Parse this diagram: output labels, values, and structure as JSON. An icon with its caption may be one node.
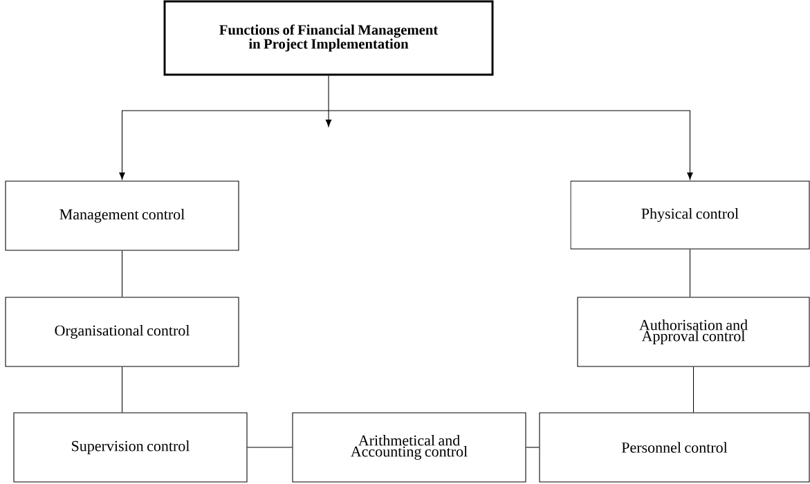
{
  "diagram": {
    "nodes": [
      {
        "text": [
          "Functions of Financial Management in Project Implementation"
        ]
      },
      {
        "text": [
          "Management control"
        ]
      },
      {
        "text": [
          "Physical control"
        ]
      },
      {
        "text": [
          "Organisational control"
        ]
      },
      {
        "text": [
          "Authorisation and Approval control"
        ]
      },
      {
        "text": [
          "Supervision control"
        ]
      },
      {
        "text": [
          "Arithmetical and Accounting control"
        ]
      },
      {
        "text": [
          "Personnel control"
        ]
      }
    ],
    "edges": [
      {
        "from": 0,
        "to": 1,
        "arrow": "to"
      },
      {
        "from": 0,
        "to": 2,
        "arrow": "to"
      },
      {
        "from": 1,
        "to": 3,
        "arrow": "none"
      },
      {
        "from": 3,
        "to": 5,
        "arrow": "none"
      },
      {
        "from": 2,
        "to": 4,
        "arrow": "none"
      },
      {
        "from": 4,
        "to": 7,
        "arrow": "none"
      },
      {
        "from": 5,
        "to": 6,
        "arrow": "none"
      },
      {
        "from": 6,
        "to": 7,
        "arrow": "none"
      }
    ]
  }
}
